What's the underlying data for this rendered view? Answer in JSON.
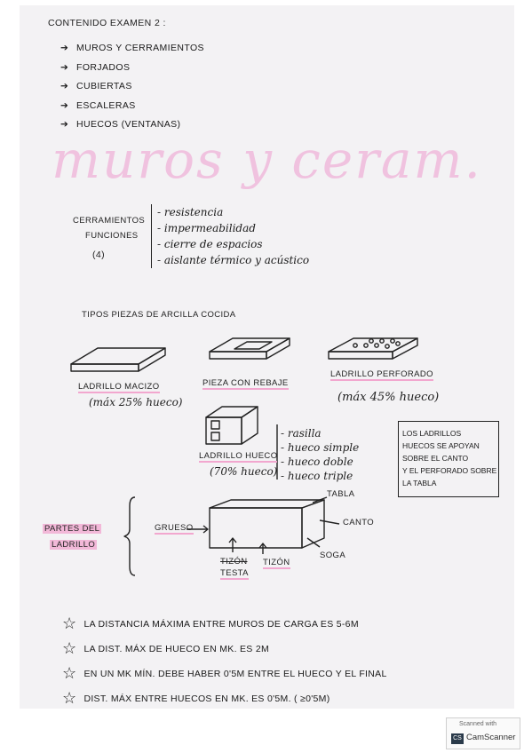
{
  "header": "CONTENIDO EXAMEN 2 :",
  "contents": [
    "MUROS Y CERRAMIENTOS",
    "FORJADOS",
    "CUBIERTAS",
    "ESCALERAS",
    "HUECOS (VENTANAS)"
  ],
  "title": "muros y ceram.",
  "cerramientos": {
    "label_line1": "CERRAMIENTOS",
    "label_line2": "FUNCIONES",
    "count": "(4)",
    "functions": [
      "- resistencia",
      "- impermeabilidad",
      "- cierre de espacios",
      "- aislante térmico y acústico"
    ]
  },
  "tipos_heading": "TIPOS PIEZAS DE ARCILLA COCIDA",
  "bricks": {
    "macizo_label": "LADRILLO MACIZO",
    "macizo_note": "(máx 25% hueco)",
    "rebaje_label": "PIEZA CON REBAJE",
    "perforado_label": "LADRILLO PERFORADO",
    "perforado_note": "(máx 45% hueco)",
    "hueco_label": "LADRILLO HUECO",
    "hueco_note": "(70% hueco)",
    "hueco_types": [
      "- rasilla",
      "- hueco simple",
      "- hueco doble",
      "- hueco triple"
    ]
  },
  "note": [
    "LOS LADRILLOS",
    "HUECOS SE APOYAN",
    "SOBRE EL CANTO",
    "Y EL PERFORADO SOBRE",
    "LA TABLA"
  ],
  "partes": {
    "label_line1": "PARTES DEL",
    "label_line2": "LADRILLO",
    "grueso": "GRUESO",
    "tabla": "TABLA",
    "canto": "CANTO",
    "soga": "SOGA",
    "tizon_struck": "TIZÓN",
    "testa": "TESTA",
    "tizon": "TIZÓN"
  },
  "facts": [
    "LA DISTANCIA MÁXIMA ENTRE MUROS DE CARGA ES 5-6M",
    "LA DIST. MÁX DE HUECO EN MK. ES 2M",
    "EN UN MK MÍN. DEBE HABER 0'5M ENTRE EL HUECO Y EL FINAL",
    "DIST. MÁX ENTRE HUECOS EN MK. ES 0'5M. ( ≥0'5M)"
  ],
  "scanner": {
    "line1": "Scanned with",
    "brand": "CamScanner",
    "logo": "CS"
  },
  "colors": {
    "highlight": "#f2b8d8",
    "title": "#f0c2df",
    "ink": "#222222"
  }
}
